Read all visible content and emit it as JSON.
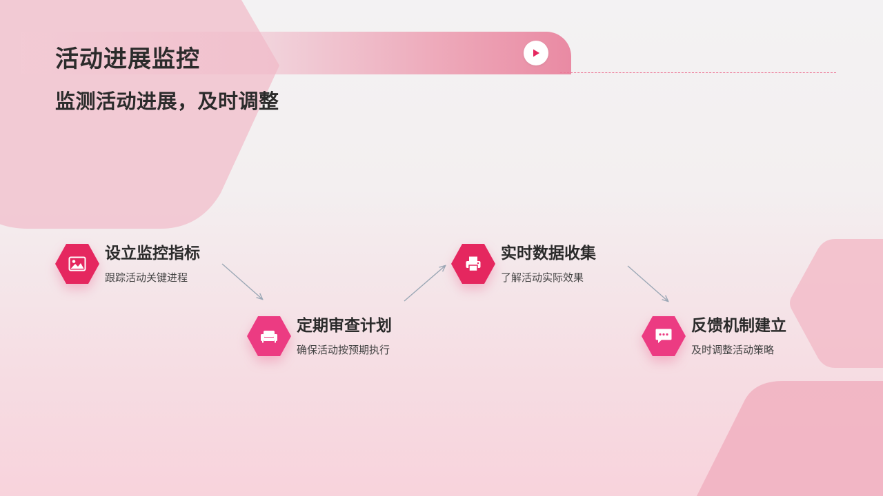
{
  "header": {
    "title": "活动进展监控",
    "subtitle": "监测活动进展，及时调整",
    "play_icon": "play-icon"
  },
  "steps": [
    {
      "title": "设立监控指标",
      "desc": "跟踪活动关键进程",
      "icon": "image-icon"
    },
    {
      "title": "定期审查计划",
      "desc": "确保活动按预期执行",
      "icon": "sofa-icon"
    },
    {
      "title": "实时数据收集",
      "desc": "了解活动实际效果",
      "icon": "printer-icon"
    },
    {
      "title": "反馈机制建立",
      "desc": "及时调整活动策略",
      "icon": "chat-icon"
    }
  ],
  "colors": {
    "accent_red": "#e5275f",
    "accent_pink": "#ec3b82",
    "title_text": "#2b2b2b",
    "dash": "#ec7896"
  }
}
